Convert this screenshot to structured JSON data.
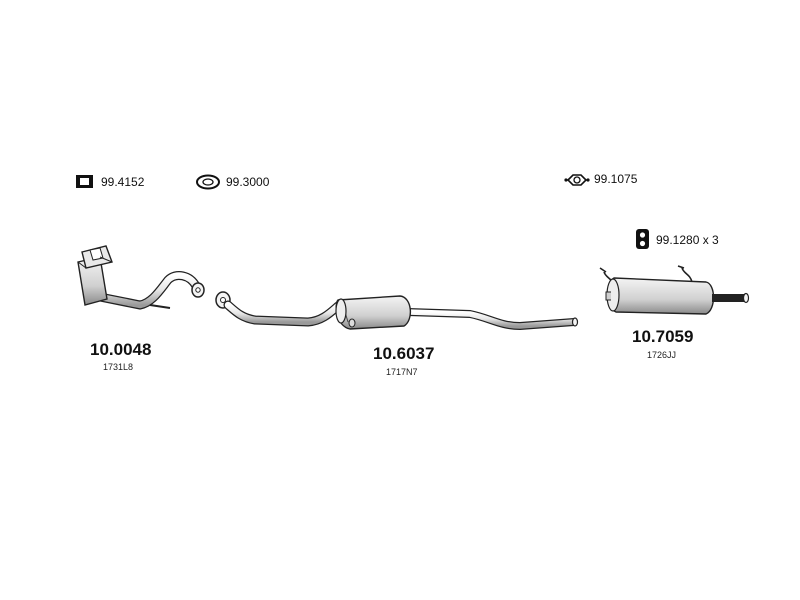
{
  "accessories": [
    {
      "number": "99.4152",
      "icon": "square-clamp-icon"
    },
    {
      "number": "99.3000",
      "icon": "ring-gasket-icon"
    },
    {
      "number": "99.1075",
      "icon": "flange-gasket-icon"
    },
    {
      "number": "99.1280 x 3",
      "icon": "rubber-mount-icon"
    }
  ],
  "parts": [
    {
      "number": "10.0048",
      "code": "1731L8",
      "component": "catalytic-converter-front-pipe"
    },
    {
      "number": "10.6037",
      "code": "1717N7",
      "component": "middle-silencer-pipe"
    },
    {
      "number": "10.7059",
      "code": "1726JJ",
      "component": "rear-silencer"
    }
  ],
  "colors": {
    "line": "#222222",
    "fill_light": "#f2f2f2",
    "fill_mid": "#d9d9d9",
    "fill_dark": "#9a9a9a"
  }
}
